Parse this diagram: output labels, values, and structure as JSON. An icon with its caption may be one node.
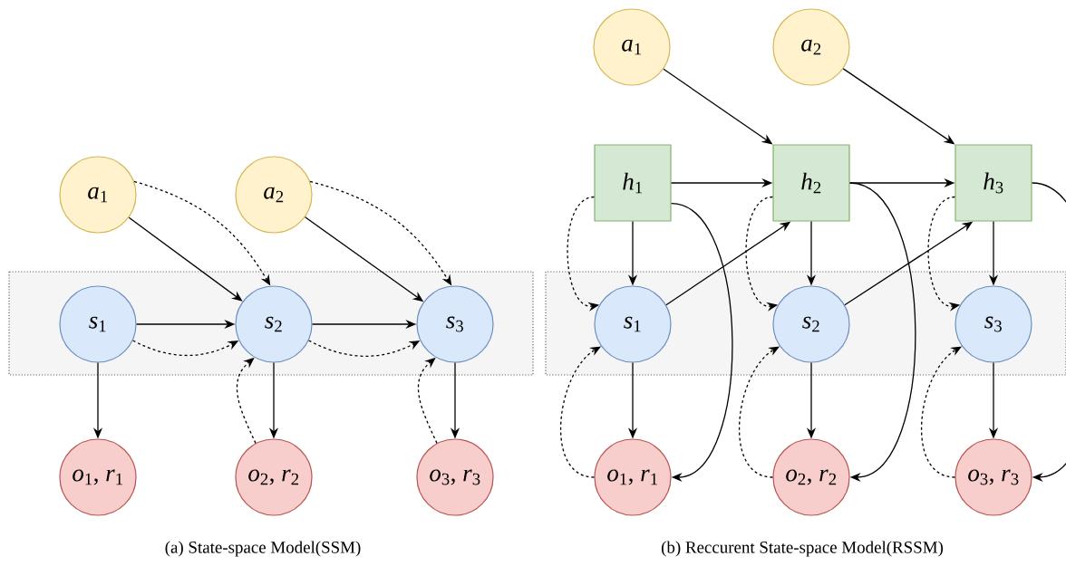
{
  "diagram": {
    "nodes": [
      {
        "text": [
          "*a*$_{1}$"
        ]
      },
      {
        "text": [
          "*a*$_{2}$"
        ]
      },
      {
        "text": [
          "*s*$_{1}$"
        ]
      },
      {
        "text": [
          "*s*$_{2}$"
        ]
      },
      {
        "text": [
          "*s*$_{3}$"
        ]
      },
      {
        "text": [
          "*o*$_{1}$, *r*$_{1}$"
        ]
      },
      {
        "text": [
          "*o*$_{2}$, *r*$_{2}$"
        ]
      },
      {
        "text": [
          "*o*$_{3}$, *r*$_{3}$"
        ]
      },
      {
        "text": [
          "*a*$_{1}$"
        ]
      },
      {
        "text": [
          "*a*$_{2}$"
        ]
      },
      {
        "text": [
          "*h*$_{1}$"
        ]
      },
      {
        "text": [
          "*h*$_{2}$"
        ]
      },
      {
        "text": [
          "*h*$_{3}$"
        ]
      },
      {
        "text": [
          "*s*$_{1}$"
        ]
      },
      {
        "text": [
          "*s*$_{2}$"
        ]
      },
      {
        "text": [
          "*s*$_{3}$"
        ]
      },
      {
        "text": [
          "*o*$_{1}$, *r*$_{1}$"
        ]
      },
      {
        "text": [
          "*o*$_{2}$, *r*$_{2}$"
        ]
      },
      {
        "text": [
          "*o*$_{3}$, *r*$_{3}$"
        ]
      }
    ],
    "edges": [
      {
        "from": 0,
        "to": 3,
        "arrow": "to"
      },
      {
        "from": 0,
        "to": 3,
        "arrow": "to",
        "style": "dashed"
      },
      {
        "from": 1,
        "to": 4,
        "arrow": "to"
      },
      {
        "from": 1,
        "to": 4,
        "arrow": "to",
        "style": "dashed"
      },
      {
        "from": 2,
        "to": 3,
        "arrow": "to"
      },
      {
        "from": 2,
        "to": 3,
        "arrow": "to",
        "style": "dashed"
      },
      {
        "from": 3,
        "to": 4,
        "arrow": "to"
      },
      {
        "from": 3,
        "to": 4,
        "arrow": "to",
        "style": "dashed"
      },
      {
        "from": 2,
        "to": 5,
        "arrow": "to"
      },
      {
        "from": 3,
        "to": 6,
        "arrow": "to"
      },
      {
        "from": 4,
        "to": 7,
        "arrow": "to"
      },
      {
        "from": 6,
        "to": 3,
        "arrow": "to",
        "style": "dashed"
      },
      {
        "from": 7,
        "to": 4,
        "arrow": "to",
        "style": "dashed"
      },
      {
        "from": 8,
        "to": 11,
        "arrow": "to"
      },
      {
        "from": 9,
        "to": 12,
        "arrow": "to"
      },
      {
        "from": 10,
        "to": 11,
        "arrow": "to"
      },
      {
        "from": 11,
        "to": 12,
        "arrow": "to"
      },
      {
        "from": 10,
        "to": 13,
        "arrow": "to"
      },
      {
        "from": 11,
        "to": 14,
        "arrow": "to"
      },
      {
        "from": 12,
        "to": 15,
        "arrow": "to"
      },
      {
        "from": 13,
        "to": 11,
        "arrow": "to"
      },
      {
        "from": 14,
        "to": 12,
        "arrow": "to"
      },
      {
        "from": 13,
        "to": 16,
        "arrow": "to"
      },
      {
        "from": 14,
        "to": 17,
        "arrow": "to"
      },
      {
        "from": 15,
        "to": 18,
        "arrow": "to"
      },
      {
        "from": 10,
        "to": 16,
        "arrow": "to"
      },
      {
        "from": 11,
        "to": 17,
        "arrow": "to"
      },
      {
        "from": 12,
        "to": 18,
        "arrow": "to"
      },
      {
        "from": 10,
        "to": 13,
        "arrow": "to",
        "style": "dashed"
      },
      {
        "from": 11,
        "to": 14,
        "arrow": "to",
        "style": "dashed"
      },
      {
        "from": 12,
        "to": 15,
        "arrow": "to",
        "style": "dashed"
      },
      {
        "from": 16,
        "to": 13,
        "arrow": "to",
        "style": "dashed"
      },
      {
        "from": 17,
        "to": 14,
        "arrow": "to",
        "style": "dashed"
      },
      {
        "from": 18,
        "to": 15,
        "arrow": "to",
        "style": "dashed"
      }
    ],
    "labels": [
      "(a) State-space Model(SSM)",
      "(b) Reccurent State-space Model(RSSM)"
    ]
  }
}
